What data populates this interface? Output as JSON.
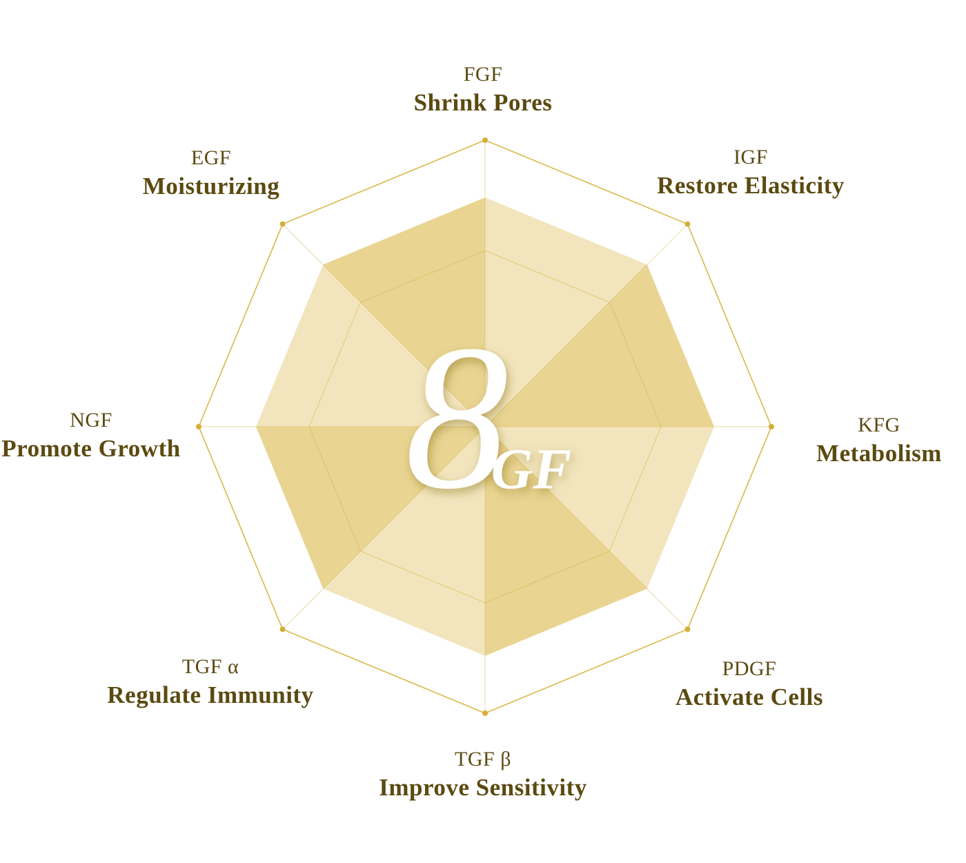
{
  "center_mark": {
    "numeral": "8",
    "suffix": "GF"
  },
  "axes": [
    {
      "code": "FGF",
      "name": "Shrink Pores"
    },
    {
      "code": "IGF",
      "name": "Restore Elasticity"
    },
    {
      "code": "KFG",
      "name": "Metabolism"
    },
    {
      "code": "PDGF",
      "name": "Activate Cells"
    },
    {
      "code": "TGF β",
      "name": "Improve Sensitivity"
    },
    {
      "code": "TGF α",
      "name": "Regulate Immunity"
    },
    {
      "code": "NGF",
      "name": "Promote Growth"
    },
    {
      "code": "EGF",
      "name": "Moisturizing"
    }
  ],
  "colors": {
    "outline": "#d9b84a",
    "vertex_dot": "#d4af37",
    "fill_light": "#f2e5bd",
    "fill_dark": "#e9d492",
    "label_text": "#5b4a10"
  }
}
